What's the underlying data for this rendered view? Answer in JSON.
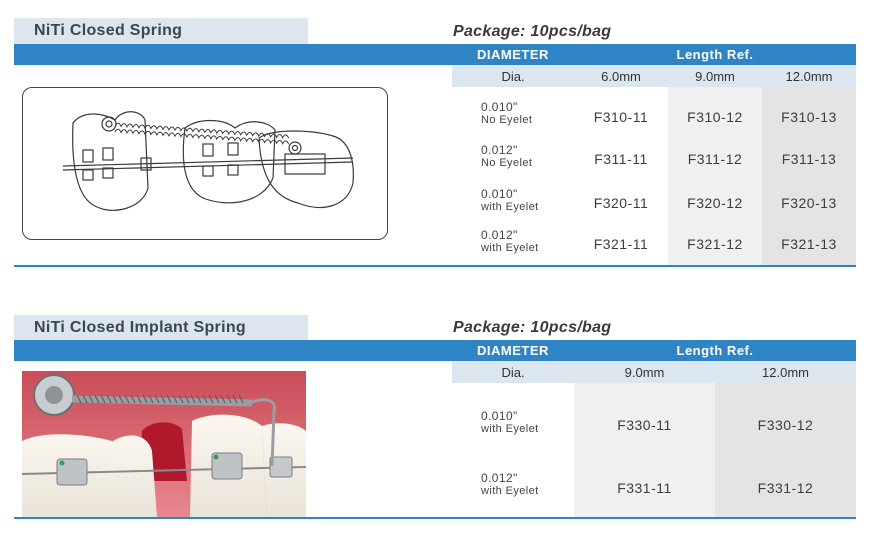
{
  "sections": [
    {
      "title": "NiTi Closed Spring",
      "package": "Package: 10pcs/bag",
      "header": {
        "diameter": "DIAMETER",
        "length_ref": "Length Ref."
      },
      "dia_label": "Dia.",
      "lengths": [
        "6.0mm",
        "9.0mm",
        "12.0mm"
      ],
      "rows": [
        {
          "dia": "0.010\"",
          "type": "No Eyelet",
          "codes": [
            "F310-11",
            "F310-12",
            "F310-13"
          ]
        },
        {
          "dia": "0.012\"",
          "type": "No Eyelet",
          "codes": [
            "F311-11",
            "F311-12",
            "F311-13"
          ]
        },
        {
          "dia": "0.010\"",
          "type": "with Eyelet",
          "codes": [
            "F320-11",
            "F320-12",
            "F320-13"
          ]
        },
        {
          "dia": "0.012\"",
          "type": "with Eyelet",
          "codes": [
            "F321-11",
            "F321-12",
            "F321-13"
          ]
        }
      ]
    },
    {
      "title": "NiTi Closed Implant Spring",
      "package": "Package: 10pcs/bag",
      "header": {
        "diameter": "DIAMETER",
        "length_ref": "Length Ref."
      },
      "dia_label": "Dia.",
      "lengths": [
        "9.0mm",
        "12.0mm"
      ],
      "rows": [
        {
          "dia": "0.010\"",
          "type": "with Eyelet",
          "codes": [
            "F330-11",
            "F330-12"
          ]
        },
        {
          "dia": "0.012\"",
          "type": "with Eyelet",
          "codes": [
            "F331-11",
            "F331-12"
          ]
        }
      ]
    }
  ],
  "colors": {
    "accent_blue": "#2f84c5",
    "title_tab_bg": "#dde6ee",
    "dia_row_bg": "#dbe6ef",
    "col_shade_light": "#f0f0f0",
    "col_shade_dark": "#e4e4e4"
  },
  "images": {
    "illustration": "closed-spring-on-teeth-diagram",
    "photo": "implant-spring-on-braces-photo"
  }
}
